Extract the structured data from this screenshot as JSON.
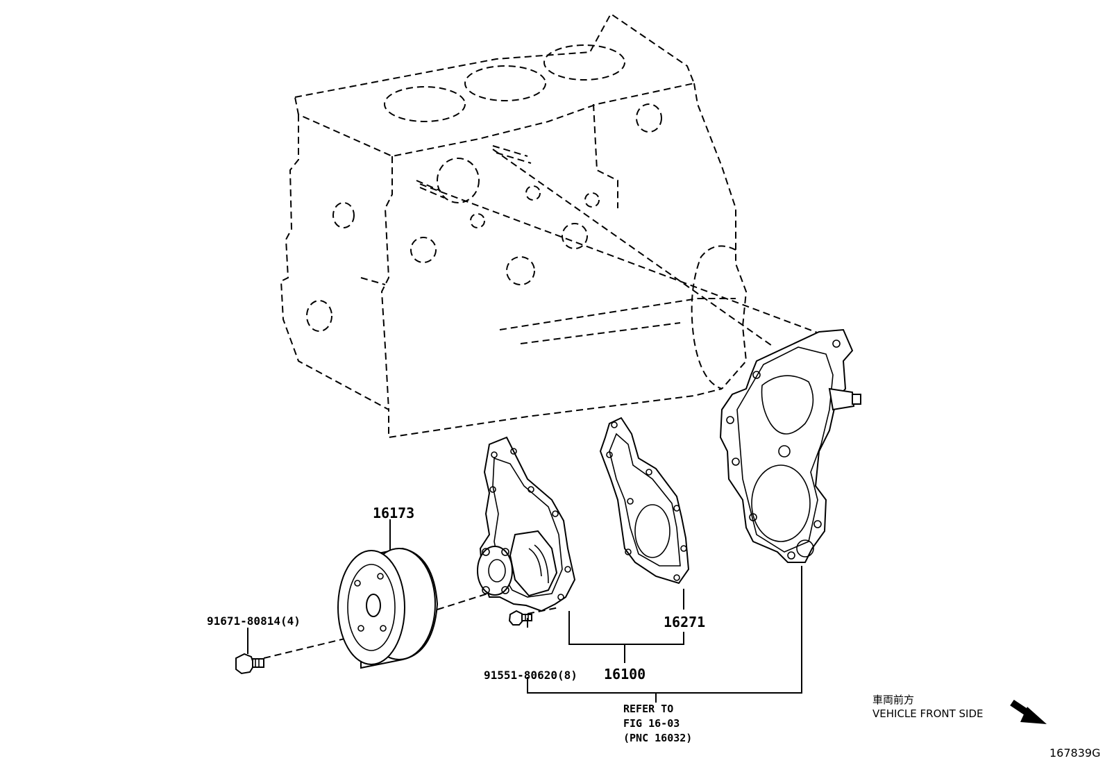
{
  "parts": {
    "pulley": "16173",
    "pulley_bolt": "91671-80814(4)",
    "pump_bolt": "91551-80620(8)",
    "gasket": "16271",
    "pump_assy": "16100"
  },
  "reference": {
    "line1": "REFER TO",
    "line2": "FIG 16-03",
    "line3": "(PNC 16032)"
  },
  "direction": {
    "label_jp": "車両前方",
    "label_en": "VEHICLE FRONT SIDE"
  },
  "figure_id": "167839G"
}
